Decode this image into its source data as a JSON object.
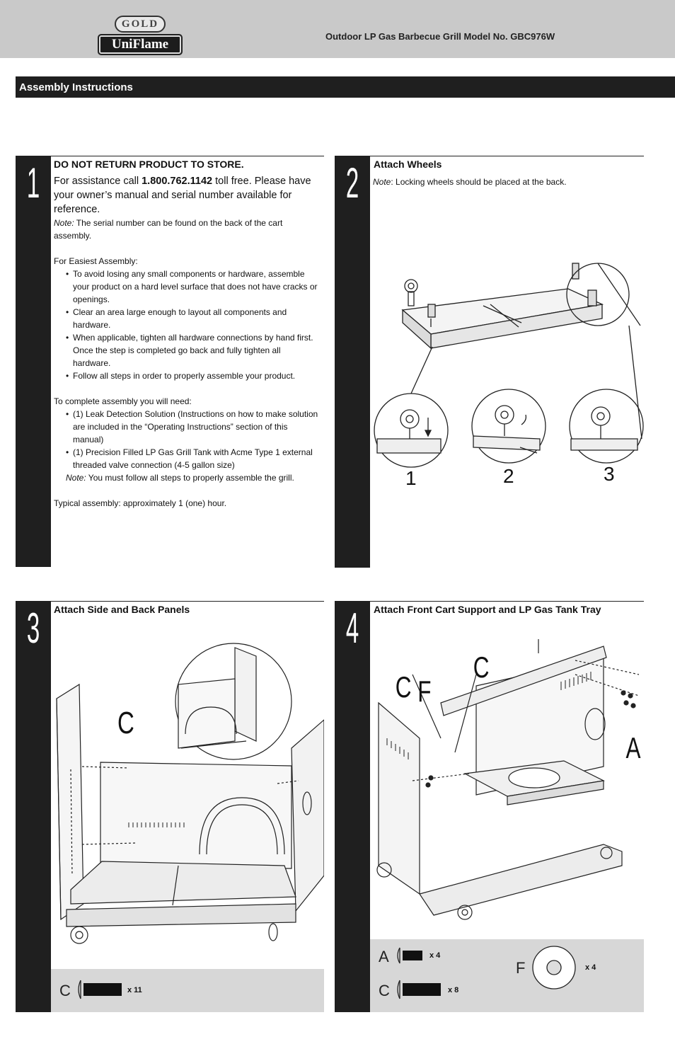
{
  "header": {
    "logo_badge": "GOLD",
    "logo_brand": "UniFlame",
    "title": "Outdoor LP Gas Barbecue Grill  Model No. GBC976W"
  },
  "section": {
    "title": "Assembly Instructions"
  },
  "step1": {
    "number": "1",
    "heading": "DO NOT RETURN PRODUCT TO STORE.",
    "assist_pre": "For assistance call ",
    "assist_phone": "1.800.762.1142",
    "assist_post": " toll free. Please have your owner’s manual and serial number available for reference.",
    "note_label": "Note:",
    "note_text": " The serial number can be found on the back of the cart assembly.",
    "easiest_title": "For Easiest Assembly:",
    "easiest_items": [
      "To avoid losing any small components or hardware, assemble your product on a hard level surface that does not have cracks or openings.",
      "Clear an area large enough to layout all components and hardware.",
      "When applicable, tighten all hardware connections by hand first. Once the step is completed go back and fully tighten all hardware.",
      "Follow all steps in order to properly assemble your product."
    ],
    "need_title": "To complete assembly you will need:",
    "need_items": [
      "(1) Leak Detection Solution (Instructions on how to make solution are included in the “Operating Instructions” section of this manual)",
      "(1) Precision Filled LP Gas Grill Tank with Acme Type 1 external threaded valve connection (4-5 gallon size)"
    ],
    "need_note_label": "Note:",
    "need_note_text": " You must follow all steps to properly assemble the grill.",
    "typical": "Typical assembly: approximately 1 (one) hour."
  },
  "step2": {
    "number": "2",
    "heading": "Attach Wheels",
    "note_label": "Note",
    "note_text": ": Locking wheels should be placed at the back.",
    "detail_labels": [
      "1",
      "2",
      "3"
    ]
  },
  "step3": {
    "number": "3",
    "heading": "Attach Side and Back Panels",
    "callout": "C",
    "hardware": [
      {
        "letter": "C",
        "count": "x 11"
      }
    ]
  },
  "step4": {
    "number": "4",
    "heading": "Attach Front Cart Support and LP Gas Tank Tray",
    "callouts": [
      "C",
      "F",
      "C",
      "A"
    ],
    "hardware": [
      {
        "letter": "A",
        "count": "x 4"
      },
      {
        "letter": "C",
        "count": "x 8"
      },
      {
        "letter": "F",
        "count": "x 4"
      }
    ]
  }
}
